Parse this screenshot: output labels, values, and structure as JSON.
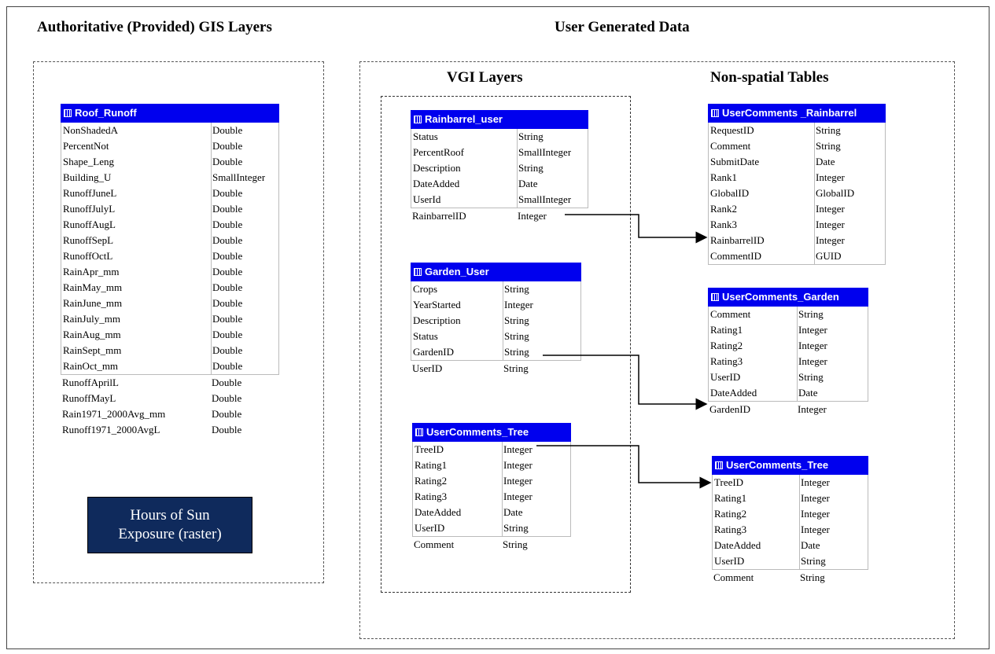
{
  "headings": {
    "authoritative": "Authoritative (Provided) GIS Layers",
    "user_generated": "User Generated Data",
    "vgi": "VGI Layers",
    "non_spatial": "Non-spatial Tables"
  },
  "sun_box": {
    "line1": "Hours of Sun",
    "line2": "Exposure (raster)"
  },
  "tables": {
    "roof_runoff": {
      "title": "Roof_Runoff",
      "rows": [
        [
          "NonShadedA",
          "Double"
        ],
        [
          "PercentNot",
          "Double"
        ],
        [
          "Shape_Leng",
          "Double"
        ],
        [
          "Building_U",
          "SmallInteger"
        ],
        [
          "RunoffJuneL",
          "Double"
        ],
        [
          "RunoffJulyL",
          "Double"
        ],
        [
          "RunoffAugL",
          "Double"
        ],
        [
          "RunoffSepL",
          "Double"
        ],
        [
          "RunoffOctL",
          "Double"
        ],
        [
          "RainApr_mm",
          "Double"
        ],
        [
          "RainMay_mm",
          "Double"
        ],
        [
          "RainJune_mm",
          "Double"
        ],
        [
          "RainJuly_mm",
          "Double"
        ],
        [
          "RainAug_mm",
          "Double"
        ],
        [
          "RainSept_mm",
          "Double"
        ],
        [
          "RainOct_mm",
          "Double"
        ]
      ],
      "extra": [
        [
          "RunoffAprilL",
          "Double"
        ],
        [
          "RunoffMayL",
          "Double"
        ],
        [
          "Rain1971_2000Avg_mm",
          "Double"
        ],
        [
          "Runoff1971_2000AvgL",
          "Double"
        ]
      ]
    },
    "rainbarrel_user": {
      "title": "Rainbarrel_user",
      "rows": [
        [
          "Status",
          "String"
        ],
        [
          "PercentRoof",
          "SmallInteger"
        ],
        [
          "Description",
          "String"
        ],
        [
          "DateAdded",
          "Date"
        ],
        [
          "UserId",
          "SmallInteger"
        ]
      ],
      "extra": [
        [
          "RainbarrelID",
          "Integer"
        ]
      ]
    },
    "garden_user": {
      "title": "Garden_User",
      "rows": [
        [
          "Crops",
          "String"
        ],
        [
          "YearStarted",
          "Integer"
        ],
        [
          "Description",
          "String"
        ],
        [
          "Status",
          "String"
        ],
        [
          "GardenID",
          "String"
        ]
      ],
      "extra": [
        [
          "UserID",
          "String"
        ]
      ]
    },
    "usercomments_tree_vgi": {
      "title": "UserComments_Tree",
      "rows": [
        [
          "TreeID",
          "Integer"
        ],
        [
          "Rating1",
          "Integer"
        ],
        [
          "Rating2",
          "Integer"
        ],
        [
          "Rating3",
          "Integer"
        ],
        [
          "DateAdded",
          "Date"
        ],
        [
          "UserID",
          "String"
        ]
      ],
      "extra": [
        [
          "Comment",
          "String"
        ]
      ]
    },
    "usercomments_rainbarrel": {
      "title": "UserComments _Rainbarrel",
      "rows": [
        [
          "RequestID",
          "String"
        ],
        [
          "Comment",
          "String"
        ],
        [
          "SubmitDate",
          "Date"
        ],
        [
          "Rank1",
          "Integer"
        ],
        [
          "GlobalID",
          "GlobalID"
        ],
        [
          "Rank2",
          "Integer"
        ],
        [
          "Rank3",
          "Integer"
        ],
        [
          "RainbarrelID",
          "Integer"
        ],
        [
          "CommentID",
          "GUID"
        ]
      ],
      "extra": []
    },
    "usercomments_garden": {
      "title": "UserComments_Garden",
      "rows": [
        [
          "Comment",
          "String"
        ],
        [
          "Rating1",
          "Integer"
        ],
        [
          "Rating2",
          "Integer"
        ],
        [
          "Rating3",
          "Integer"
        ],
        [
          "UserID",
          "String"
        ],
        [
          "DateAdded",
          "Date"
        ]
      ],
      "extra": [
        [
          "GardenID",
          "Integer"
        ]
      ]
    },
    "usercomments_tree_ns": {
      "title": "UserComments_Tree",
      "rows": [
        [
          "TreeID",
          "Integer"
        ],
        [
          "Rating1",
          "Integer"
        ],
        [
          "Rating2",
          "Integer"
        ],
        [
          "Rating3",
          "Integer"
        ],
        [
          "DateAdded",
          "Date"
        ],
        [
          "UserID",
          "String"
        ]
      ],
      "extra": [
        [
          "Comment",
          "String"
        ]
      ]
    }
  },
  "colors": {
    "header_blue": "#0000ee",
    "sun_box": "#0f2a5c"
  }
}
